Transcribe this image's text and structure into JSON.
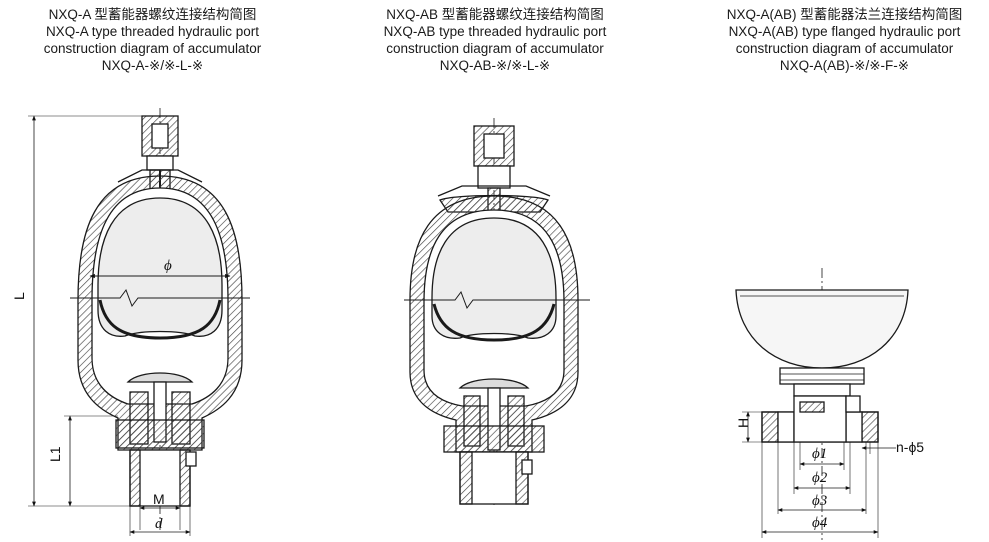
{
  "captions": {
    "a": {
      "zh": "NXQ-A 型蓄能器螺纹连接结构简图",
      "en1": "NXQ-A type threaded hydraulic port",
      "en2": "construction diagram of accumulator",
      "model": "NXQ-A-※/※-L-※"
    },
    "ab": {
      "zh": "NXQ-AB 型蓄能器螺纹连接结构简图",
      "en1": "NXQ-AB type threaded hydraulic port",
      "en2": "construction diagram of accumulator",
      "model": "NXQ-AB-※/※-L-※"
    },
    "f": {
      "zh": "NXQ-A(AB) 型蓄能器法兰连接结构简图",
      "en1": "NXQ-A(AB) type flanged hydraulic port",
      "en2": "construction diagram of accumulator",
      "model": "NXQ-A(AB)-※/※-F-※"
    }
  },
  "dimensions": {
    "L": "L",
    "L1": "L1",
    "M": "M",
    "d": "d",
    "phi": "ϕ",
    "H": "H",
    "phi1": "ϕ1",
    "phi2": "ϕ2",
    "phi3": "ϕ3",
    "phi4": "ϕ4",
    "n_phi5": "n-ϕ5"
  },
  "colors": {
    "line": "#1a1a1a",
    "hatch": "#555555",
    "bladder": "#e6e6e6"
  }
}
